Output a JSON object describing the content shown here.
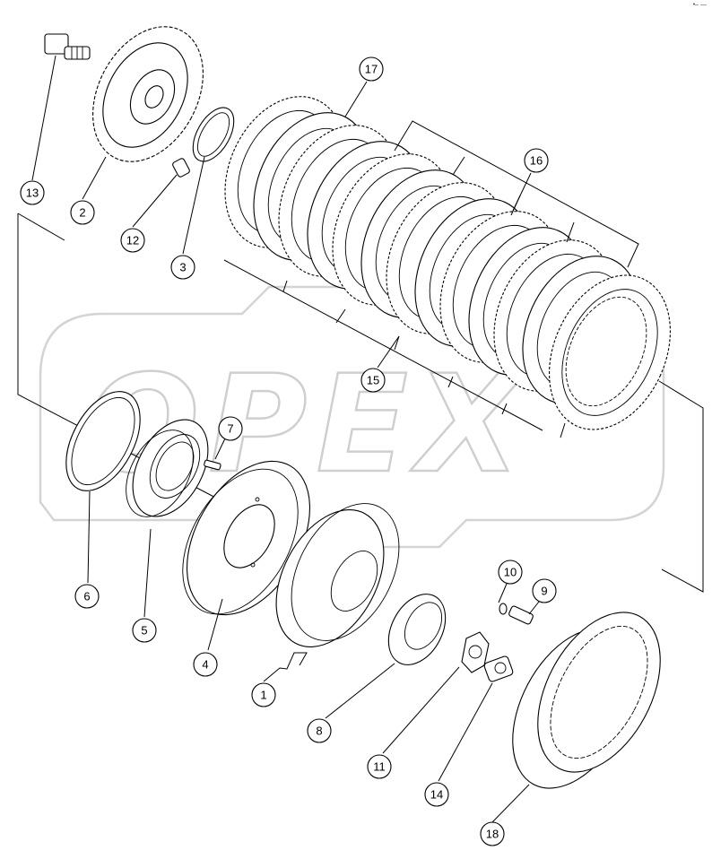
{
  "watermark": {
    "text": "OPEX"
  },
  "corner_mark": "•– —",
  "callouts": [
    {
      "id": "c1",
      "label": "1"
    },
    {
      "id": "c2",
      "label": "2"
    },
    {
      "id": "c3",
      "label": "3"
    },
    {
      "id": "c4",
      "label": "4"
    },
    {
      "id": "c5",
      "label": "5"
    },
    {
      "id": "c6",
      "label": "6"
    },
    {
      "id": "c7",
      "label": "7"
    },
    {
      "id": "c8",
      "label": "8"
    },
    {
      "id": "c9",
      "label": "9"
    },
    {
      "id": "c10",
      "label": "10"
    },
    {
      "id": "c11",
      "label": "11"
    },
    {
      "id": "c12",
      "label": "12"
    },
    {
      "id": "c13",
      "label": "13"
    },
    {
      "id": "c14",
      "label": "14"
    },
    {
      "id": "c15",
      "label": "15"
    },
    {
      "id": "c16",
      "label": "16"
    },
    {
      "id": "c17",
      "label": "17"
    },
    {
      "id": "c18",
      "label": "18"
    }
  ]
}
